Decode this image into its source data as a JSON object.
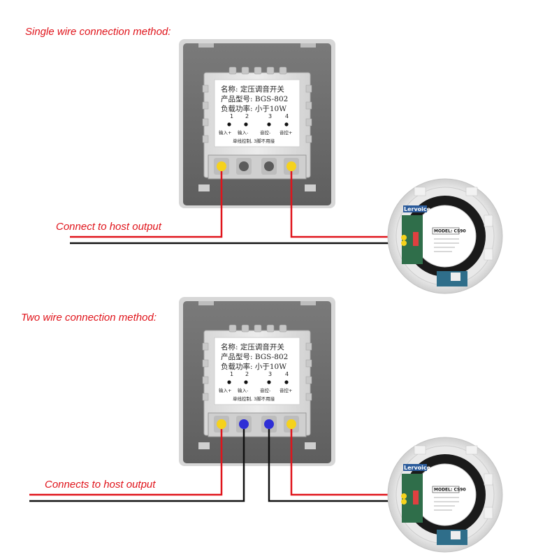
{
  "sections": [
    {
      "title": "Single wire connection method:",
      "output_label": "Connect to host output",
      "terminal_colors": [
        "#f5d21c",
        "#5a5a5a",
        "#5a5a5a",
        "#f5d21c"
      ]
    },
    {
      "title": "Two wire connection method:",
      "output_label": "Connects to host output",
      "terminal_colors": [
        "#f5d21c",
        "#2f2fd6",
        "#2f2fd6",
        "#f5d21c"
      ]
    }
  ],
  "switch_label": {
    "name_line": "名称:  定压调音开关",
    "model_line": "产品型号:  BGS-802",
    "power_line": "负载功率:  小于10W",
    "numbers": [
      "1",
      "2",
      "3",
      "4"
    ],
    "pin_labels": [
      "输入+",
      "输入-",
      "音控-",
      "音控+"
    ],
    "note": "单线控制, 3脚不用接"
  },
  "speaker": {
    "brand": "Lervoice",
    "model": "MODEL: CS90"
  },
  "colors": {
    "wire_red": "#e0141b",
    "wire_black": "#111111",
    "caption": "#e0141b"
  }
}
